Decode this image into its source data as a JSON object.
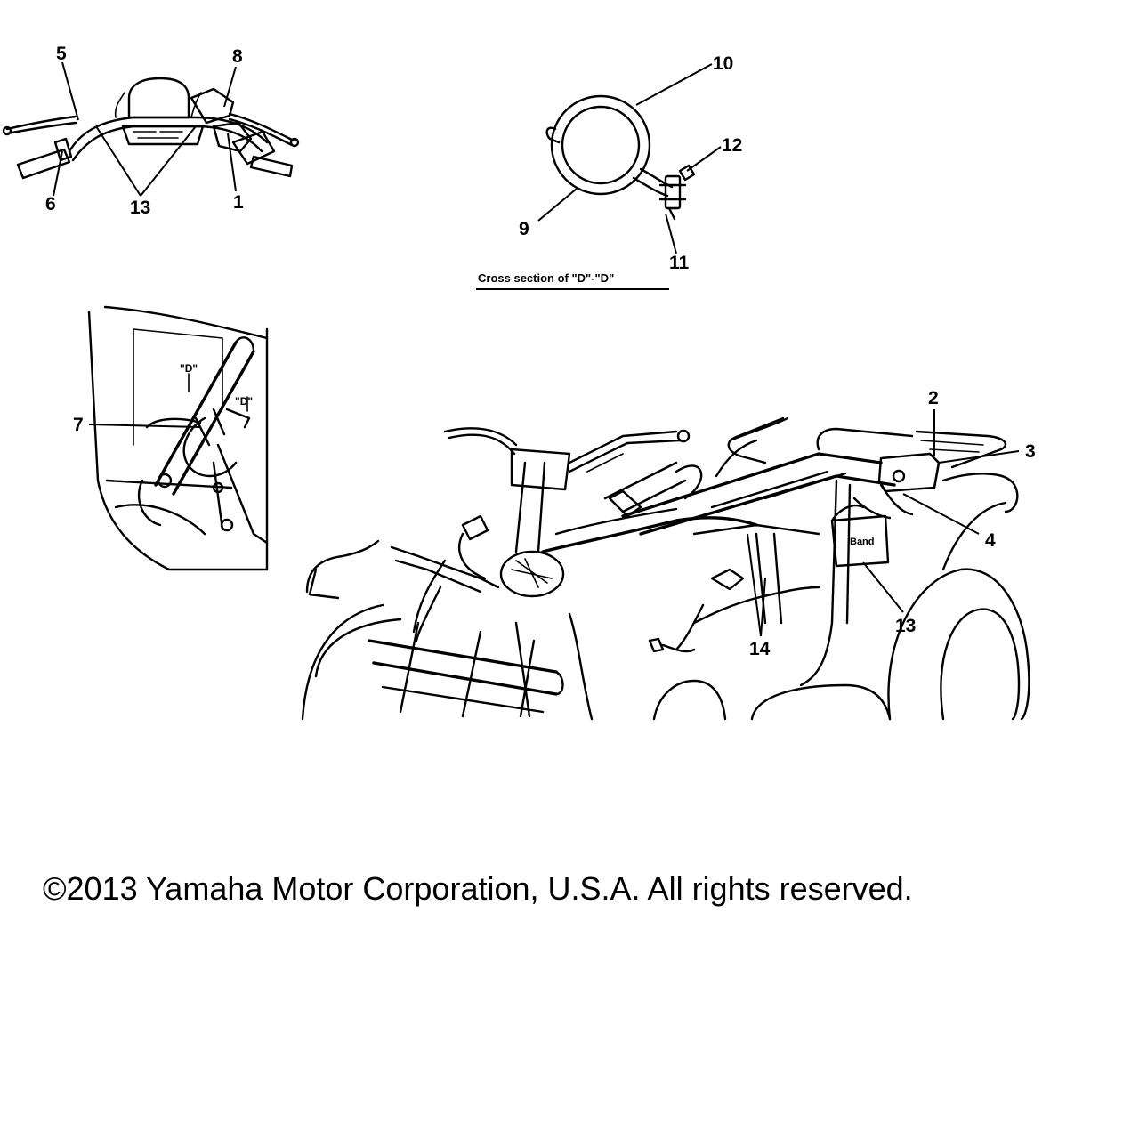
{
  "callouts": {
    "c1": "1",
    "c2": "2",
    "c3": "3",
    "c4": "4",
    "c5": "5",
    "c6": "6",
    "c7": "7",
    "c8": "8",
    "c9": "9",
    "c10": "10",
    "c11": "11",
    "c12": "12",
    "c13_handlebar": "13",
    "c13_rear": "13",
    "c14": "14"
  },
  "section_title": "Cross section of \"D\"-\"D\"",
  "section_markers": {
    "left": "\"D\"",
    "right": "\"D\""
  },
  "band_label": "Band",
  "copyright": "©2013 Yamaha Motor Corporation, U.S.A. All rights reserved."
}
